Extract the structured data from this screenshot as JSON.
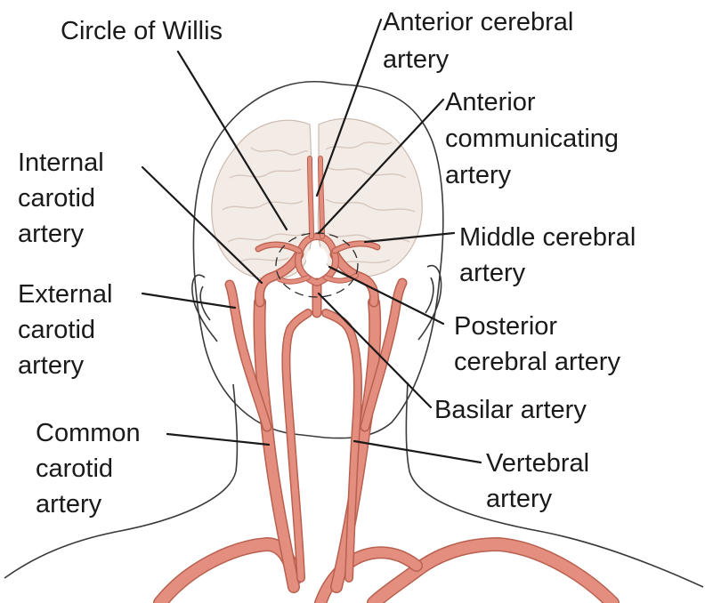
{
  "labels": {
    "circle_of_willis": "Circle of Willis",
    "anterior_cerebral": [
      "Anterior cerebral",
      "artery"
    ],
    "anterior_communicating": [
      "Anterior",
      "communicating",
      "artery"
    ],
    "internal_carotid": [
      "Internal",
      "carotid",
      "artery"
    ],
    "middle_cerebral": [
      "Middle cerebral",
      "artery"
    ],
    "external_carotid": [
      "External",
      "carotid",
      "artery"
    ],
    "posterior_cerebral": [
      "Posterior",
      "cerebral artery"
    ],
    "basilar": "Basilar artery",
    "common_carotid": [
      "Common",
      "carotid",
      "artery"
    ],
    "vertebral": [
      "Vertebral",
      "artery"
    ]
  },
  "colors": {
    "artery": "#e38e7f",
    "artery_edge": "#b9604f",
    "brain": "#f3ebe6",
    "outline": "#3a3a3a",
    "text": "#1a1a1a"
  }
}
